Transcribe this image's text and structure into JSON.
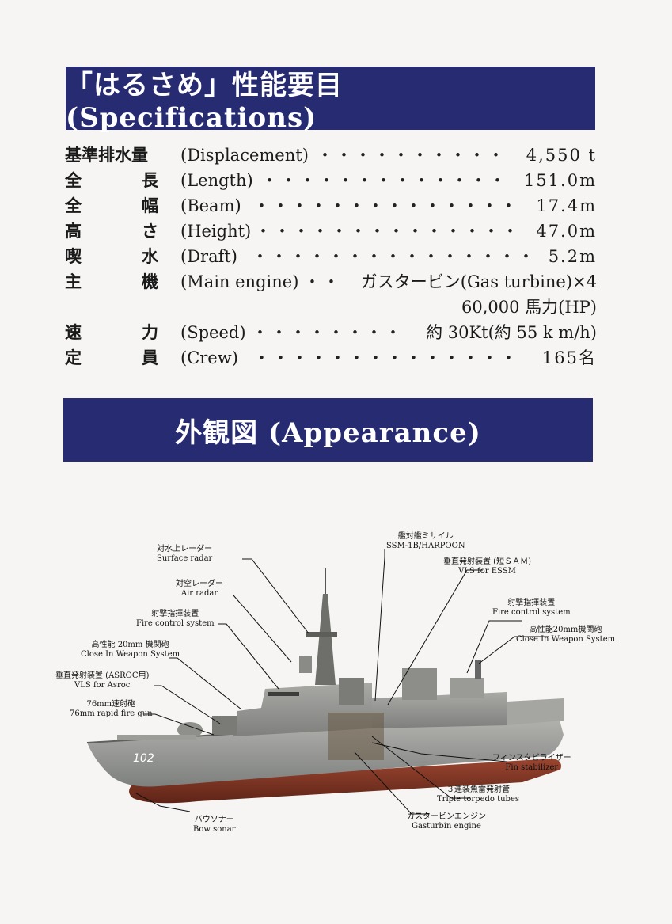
{
  "spec_title": "「はるさめ」性能要目 (Specifications)",
  "appearance_title": "外観図 (Appearance)",
  "specs": [
    {
      "jp": "基準排水量",
      "en": "(Displacement)",
      "value": "4,550 t"
    },
    {
      "jp_chars": [
        "全",
        "長"
      ],
      "en": "(Length)",
      "value": "151.0m"
    },
    {
      "jp_chars": [
        "全",
        "幅"
      ],
      "en": "(Beam)",
      "value": "17.4m"
    },
    {
      "jp_chars": [
        "高",
        "さ"
      ],
      "en": "(Height)",
      "value": "47.0m"
    },
    {
      "jp_chars": [
        "喫",
        "水"
      ],
      "en": "(Draft)",
      "value": "5.2m"
    },
    {
      "jp_chars": [
        "主",
        "機"
      ],
      "en": "(Main engine)",
      "value": "ガスタービン(Gas turbine)×4",
      "value2": "60,000 馬力(HP)"
    },
    {
      "jp_chars": [
        "速",
        "力"
      ],
      "en": "(Speed)",
      "value": "約 30Kt(約 55 k m/h)"
    },
    {
      "jp_chars": [
        "定",
        "員"
      ],
      "en": "(Crew)",
      "value": "165名"
    }
  ],
  "hull_number": "102",
  "labels": {
    "surface_radar": {
      "jp": "対水上レーダー",
      "en": "Surface radar"
    },
    "air_radar": {
      "jp": "対空レーダー",
      "en": "Air radar"
    },
    "fire_control_fwd": {
      "jp": "射撃指揮装置",
      "en": "Fire control system"
    },
    "ciws_fwd": {
      "jp": "高性能 20mm 機関砲",
      "en": "Close In Weapon System"
    },
    "vls_asroc": {
      "jp": "垂直発射装置 (ASROC用)",
      "en": "VLS for Asroc"
    },
    "gun_76": {
      "jp": "76mm速射砲",
      "en": "76mm rapid fire gun"
    },
    "bow_sonar": {
      "jp": "バウソナー",
      "en": "Bow sonar"
    },
    "ssm": {
      "jp": "艦対艦ミサイル",
      "en": "SSM-1B/HARPOON"
    },
    "vls_essm": {
      "jp": "垂直発射装置 (短ＳＡＭ)",
      "en": "VLS   for ESSM"
    },
    "fire_control_aft": {
      "jp": "射撃指揮装置",
      "en": "Fire control system"
    },
    "ciws_aft": {
      "jp": "高性能20mm機関砲",
      "en": "Close In Weapon System"
    },
    "fin_stabilizer": {
      "jp": "フィンスタビライザー",
      "en": "Fin stabilizer"
    },
    "torpedo": {
      "jp": "３連装魚雷発射管",
      "en": "Triple torpedo tubes"
    },
    "gas_turbine": {
      "jp": "ガスタービンエンジン",
      "en": "Gasturbin engine"
    }
  }
}
